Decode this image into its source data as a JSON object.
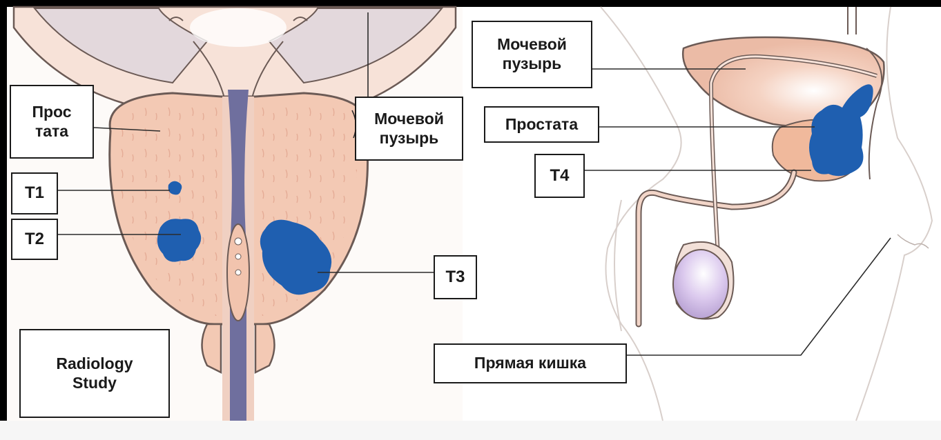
{
  "labels": {
    "prostate_front": "Прос\nтата",
    "bladder_front": "Мочевой\nпузырь",
    "t1": "T1",
    "t2": "T2",
    "t3": "T3",
    "radiology_study": "Radiology\nStudy",
    "bladder_side": "Мочевой\nпузырь",
    "prostate_side": "Простата",
    "t4": "T4",
    "rectum": "Прямая кишка"
  },
  "colors": {
    "background": "#000000",
    "tissue": "#f2c6b0",
    "tissue_light": "#fae6dc",
    "tumor": "#1f5fb0",
    "urethra": "#6e6e9c",
    "testicle": "#d9c7ea",
    "outline": "#5a4a45"
  }
}
